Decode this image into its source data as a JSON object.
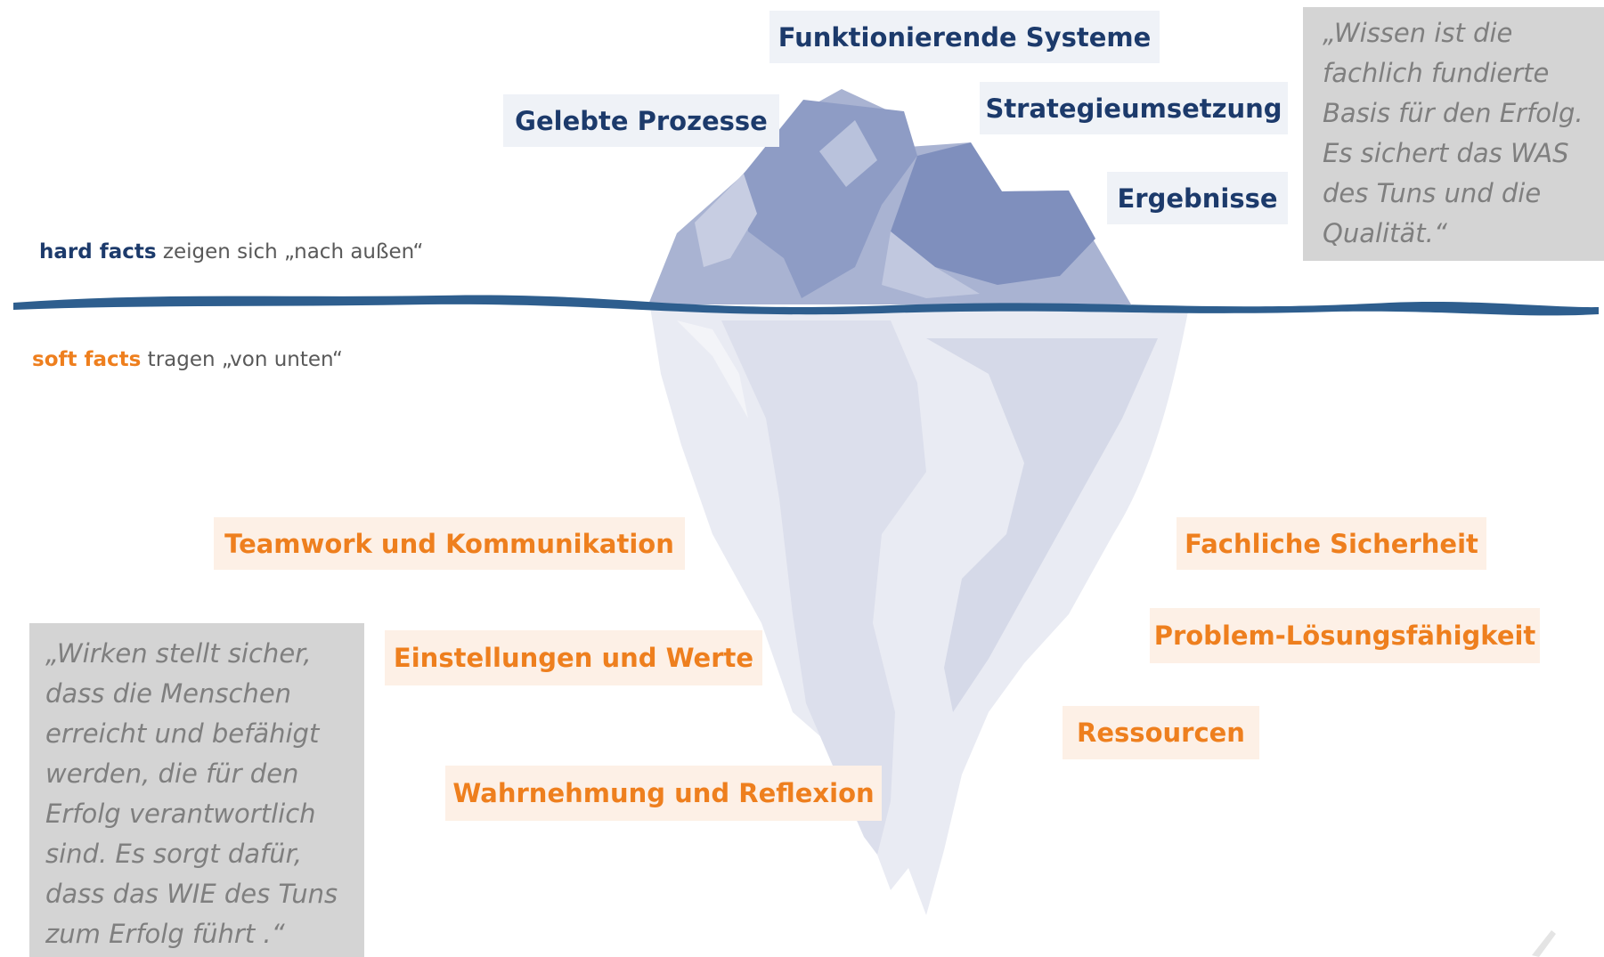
{
  "layers": {
    "hard": {
      "strong": "hard facts",
      "text": "zeigen sich „nach außen“",
      "color": "#1c3a6b"
    },
    "soft": {
      "strong": "soft facts",
      "text": "tragen  „von unten“",
      "color": "#ee7f1e"
    }
  },
  "top_items": [
    "Funktionierende Systeme",
    "Gelebte Prozesse",
    "Strategieumsetzung",
    "Ergebnisse"
  ],
  "bottom_items": [
    "Teamwork und Kommunikation",
    "Fachliche Sicherheit",
    "Problem-Lösungsfähigkeit",
    "Einstellungen und Werte",
    "Ressourcen",
    "Wahrnehmung und Reflexion"
  ],
  "quotes": {
    "wissen": "„Wissen ist die fachlich fundierte Basis für den Erfolg. Es sichert das WAS des Tuns und die Qualität.“",
    "wirken": "„Wirken stellt sicher, dass die Menschen erreicht und befähigt werden, die für den Erfolg verantwortlich sind. Es sorgt dafür, dass das WIE des Tuns zum Erfolg führt .“"
  },
  "colors": {
    "navy": "#1c3a6b",
    "orange": "#ee7f1e",
    "water": "#2e5e8e",
    "quote_bg": "#d4d4d4"
  }
}
